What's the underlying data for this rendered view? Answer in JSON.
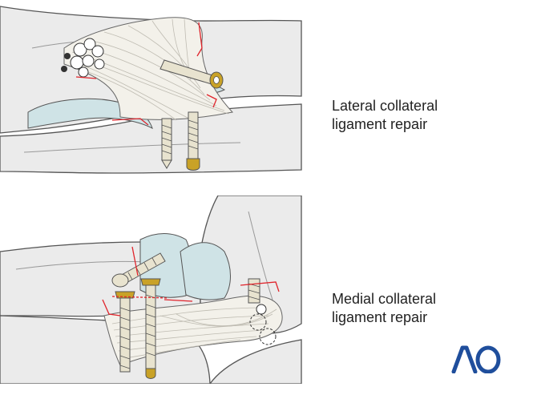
{
  "captions": {
    "lateral": {
      "line1": "Lateral collateral",
      "line2": "ligament repair"
    },
    "medial": {
      "line1": "Medial collateral",
      "line2": "ligament repair"
    }
  },
  "logo": {
    "text": "AO",
    "color": "#1f4e9c"
  },
  "colors": {
    "skin": "#ebebeb",
    "outline": "#555555",
    "cartilage": "#cfe3e6",
    "ligament": "#f3f1ea",
    "ligament_fiber": "#bfbcb2",
    "incision": "#e0242b",
    "screw": "#e8e3cf",
    "screw_head": "#c9a227"
  },
  "icons": {
    "lateral_illustration": "lateral-elbow-ligament-repair-illustration",
    "medial_illustration": "medial-elbow-ligament-repair-illustration"
  }
}
